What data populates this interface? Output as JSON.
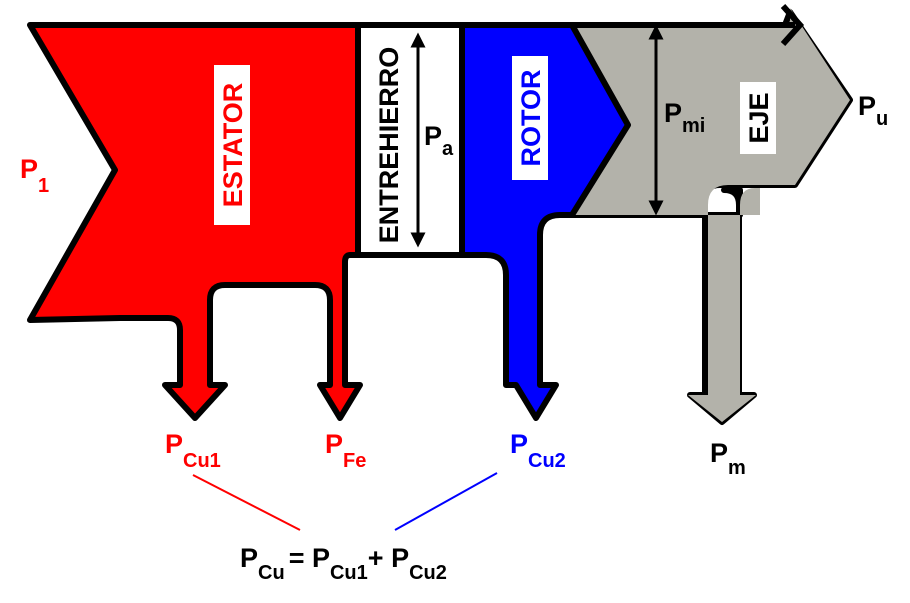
{
  "labels": {
    "p_in": {
      "main": "P",
      "sub": "1"
    },
    "p_useful": {
      "main": "P",
      "sub": "u"
    },
    "p_air": {
      "main": "P",
      "sub": "a"
    },
    "p_mi": {
      "main": "P",
      "sub": "mi"
    },
    "p_cu1": {
      "main": "P",
      "sub": "Cu1"
    },
    "p_fe": {
      "main": "P",
      "sub": "Fe"
    },
    "p_cu2": {
      "main": "P",
      "sub": "Cu2"
    },
    "p_m": {
      "main": "P",
      "sub": "m"
    }
  },
  "stages": {
    "stator": "ESTATOR",
    "airgap": "ENTREHIERRO",
    "rotor": "ROTOR",
    "shaft": "EJE"
  },
  "equation": {
    "p": "P",
    "cu": "Cu",
    "eq": "= ",
    "cu1": "Cu1",
    "plus": "+ ",
    "cu2": "Cu2"
  },
  "colors": {
    "stator": "#ff0000",
    "rotor": "#0000ff",
    "shaft": "#b3b2aa",
    "airgap": "#ffffff",
    "outline": "#000000",
    "label_red": "#ff0000",
    "label_blue": "#0000ff",
    "label_black": "#000000"
  }
}
